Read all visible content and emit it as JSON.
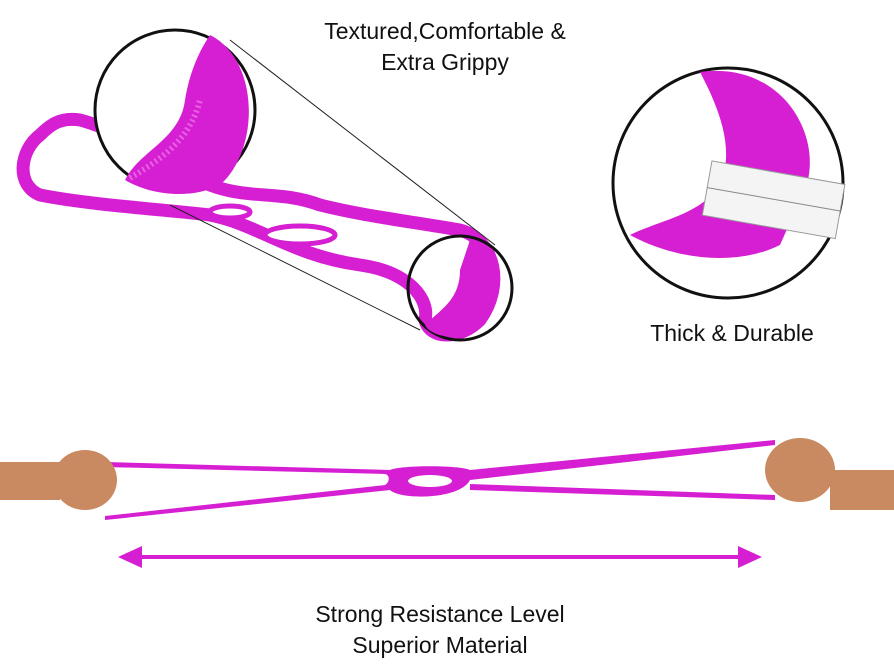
{
  "captions": {
    "textured_line1": "Textured,Comfortable &",
    "textured_line2": "Extra Grippy",
    "thick": "Thick & Durable",
    "strong_line1": "Strong Resistance Level",
    "strong_line2": "Superior Material"
  },
  "colors": {
    "band": "#d61fd2",
    "band_dark": "#a8109f",
    "skin": "#c98a62",
    "outline": "#111111"
  }
}
